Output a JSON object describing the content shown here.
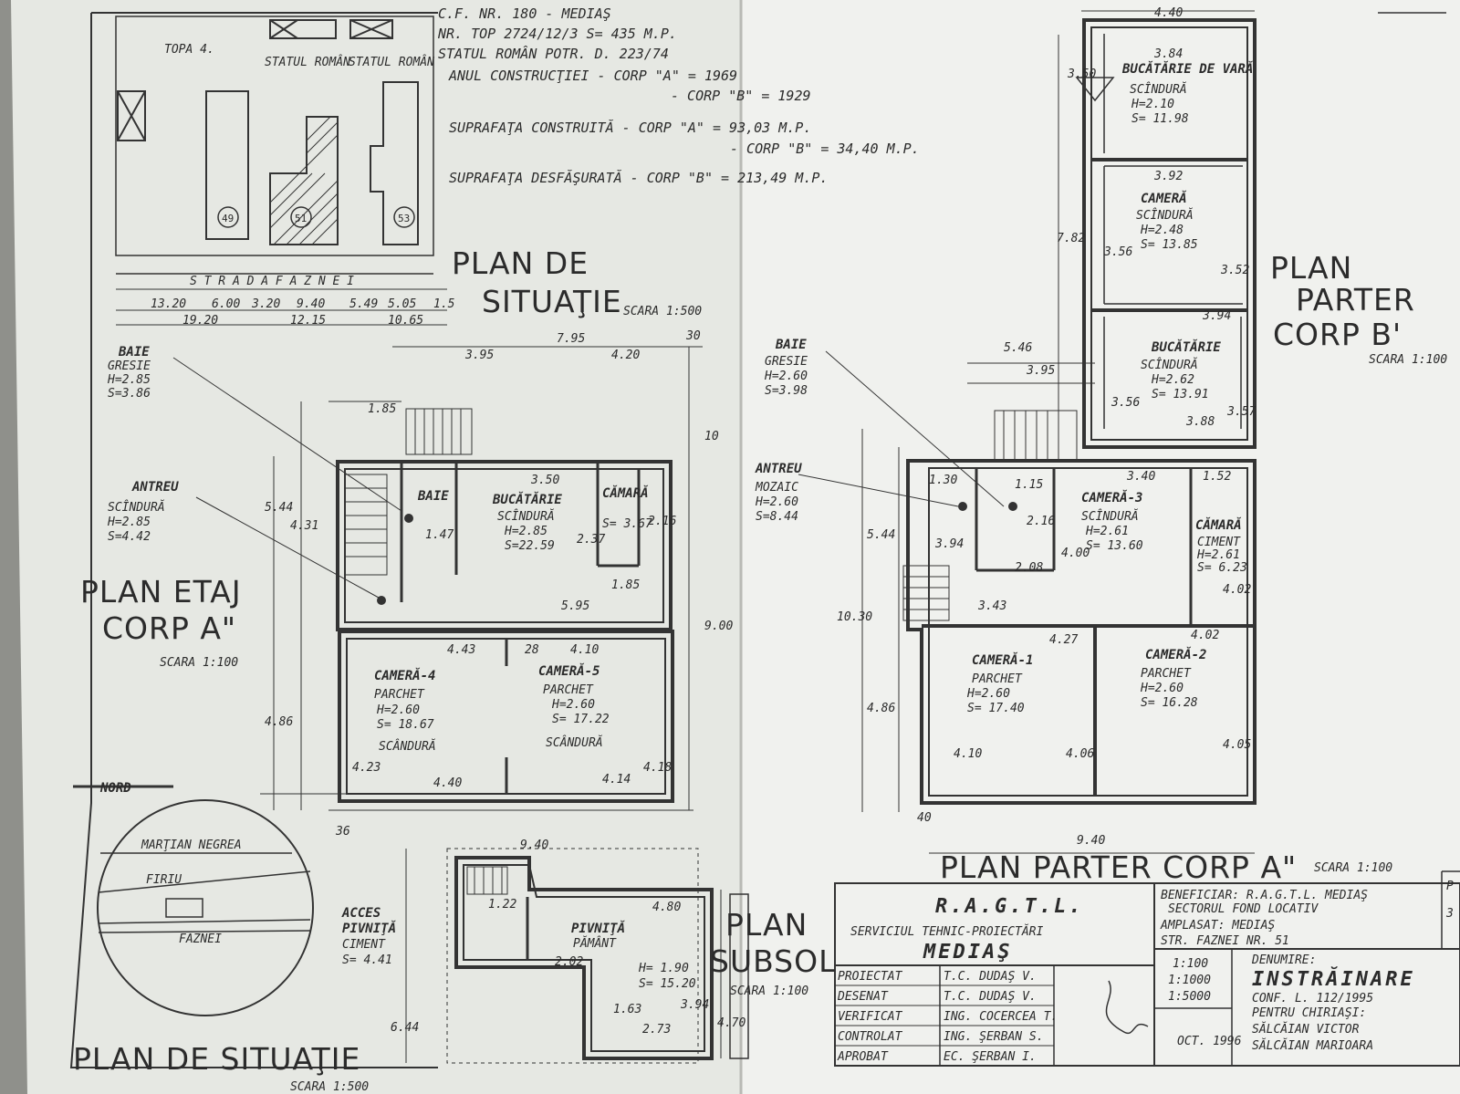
{
  "cadastral": {
    "line1": "C.F. NR. 180 - MEDIAŞ",
    "line2": "NR. TOP 2724/12/3   S= 435 M.P.",
    "line3": "STATUL ROMÂN POTR. D. 223/74",
    "line4": "ANUL CONSTRUCŢIEI - CORP \"A\" = 1969",
    "line5": "- CORP \"B\" = 1929",
    "line6": "SUPRAFAŢA CONSTRUITĂ - CORP \"A\" = 93,03 M.P.",
    "line7": "- CORP \"B\" = 34,40 M.P.",
    "line8": "SUPRAFAŢA DESFĂŞURATĂ - CORP \"B\" = 213,49 M.P."
  },
  "site_plan": {
    "top_label": "TOPA 4.",
    "owner_1": "STATUL ROMÂN",
    "owner_2": "STATUL ROMÂN",
    "street": "S T R A D A     F A Z N E I",
    "lot_1": "49",
    "lot_2": "51",
    "lot_3": "53",
    "title_1": "PLAN DE",
    "title_2": "SITUAŢIE",
    "scale": "SCARA 1:500",
    "dims_top": [
      "13.20",
      "6.00",
      "3.20",
      "9.40",
      "5.49",
      "5.05",
      "1.5"
    ],
    "dims_bottom": [
      "19.20",
      "12.15",
      "10.65"
    ]
  },
  "etaj": {
    "title_1": "PLAN ETAJ",
    "title_2": "CORP A\"",
    "scale": "SCARA 1:100",
    "baie": "BAIE",
    "baie_floor": "GRESIE",
    "baie_h": "H=2.85",
    "baie_s": "S=3.86",
    "antreu": "ANTREU",
    "antreu_floor": "SCÎNDURĂ",
    "antreu_h": "H=2.85",
    "antreu_s": "S=4.42",
    "bucatarie": "BUCĂTĂRIE",
    "bucatarie_floor": "SCÎNDURĂ",
    "bucatarie_h": "H=2.85",
    "bucatarie_s": "S=22.59",
    "camara": "CĂMARĂ",
    "camara_s": "S= 3.67",
    "camera4": "CAMERĂ-4",
    "camera4_floor": "PARCHET",
    "camera4_h": "H=2.60",
    "camera4_s": "S= 18.67",
    "camera4_note": "SCÂNDURĂ",
    "camera5": "CAMERĂ-5",
    "camera5_floor": "PARCHET",
    "camera5_h": "H=2.60",
    "camera5_s": "S= 17.22",
    "camera5_note": "SCÂNDURĂ",
    "dims": [
      "7.95",
      "3.95",
      "4.20",
      "30",
      "1.85",
      "3.50",
      "5.95",
      "4.43",
      "28",
      "4.10",
      "4.40",
      "4.14",
      "9.00",
      "4.86",
      "5.44",
      "4.31",
      "1.47",
      "2.37",
      "2.16",
      "1.85",
      "4.23",
      "4.18",
      "36",
      "10"
    ]
  },
  "nord": "NORD",
  "locator": {
    "label_1": "MARŢIAN NEGREA",
    "label_2": "FIRIU",
    "label_3": "FAZNEI"
  },
  "subsol": {
    "title_1": "PLAN",
    "title_2": "SUBSOL",
    "scale": "SCARA 1:100",
    "acces": "ACCES",
    "acces_2": "PIVNIŢĂ",
    "acces_floor": "CIMENT",
    "acces_s": "S= 4.41",
    "pivnita": "PIVNIŢĂ",
    "pivnita_floor": "PĂMÂNT",
    "pivnita_h": "H= 1.90",
    "pivnita_s": "S= 15.20",
    "dims": [
      "9.40",
      "4.80",
      "1.22",
      "2.02",
      "6.44",
      "1.63",
      "2.73",
      "3.94",
      "4.70"
    ]
  },
  "bottom_title": "PLAN DE SITUAŢIE",
  "bottom_scale": "SCARA 1:500",
  "parter_b": {
    "title_1": "PLAN",
    "title_2": "PARTER",
    "title_3": "CORP B'",
    "scale": "SCARA 1:100",
    "bucatarie_top": "BUCĂTĂRIE DE VARĂ",
    "bucatarie_top_floor": "SCÎNDURĂ",
    "bucatarie_top_h": "H=2.10",
    "bucatarie_top_s": "S= 11.98",
    "camera": "CAMERĂ",
    "camera_floor": "SCÎNDURĂ",
    "camera_h": "H=2.48",
    "camera_s": "S= 13.85",
    "bucatarie": "BUCĂTĂRIE",
    "bucatarie_floor": "SCÎNDURĂ",
    "bucatarie_h": "H=2.62",
    "bucatarie_s": "S= 13.91",
    "dims": [
      "4.40",
      "3.84",
      "3.50",
      "3.92",
      "7.82",
      "3.56",
      "3.52",
      "3.94",
      "3.88",
      "3.57",
      "3.56"
    ]
  },
  "parter_a": {
    "title": "PLAN PARTER CORP A\"",
    "scale": "SCARA 1:100",
    "baie": "BAIE",
    "baie_floor": "GRESIE",
    "baie_h": "H=2.60",
    "baie_s": "S=3.98",
    "antreu": "ANTREU",
    "antreu_floor": "MOZAIC",
    "antreu_h": "H=2.60",
    "antreu_s": "S=8.44",
    "camera3": "CAMERĂ-3",
    "camera3_floor": "SCÎNDURĂ",
    "camera3_h": "H=2.61",
    "camera3_s": "S= 13.60",
    "camara": "CĂMARĂ",
    "camara_floor": "CIMENT",
    "camara_h": "H=2.61",
    "camara_s": "S= 6.23",
    "camera1": "CAMERĂ-1",
    "camera1_floor": "PARCHET",
    "camera1_h": "H=2.60",
    "camera1_s": "S= 17.40",
    "camera2": "CAMERĂ-2",
    "camera2_floor": "PARCHET",
    "camera2_h": "H=2.60",
    "camera2_s": "S= 16.28",
    "dims": [
      "5.46",
      "3.95",
      "3.40",
      "1.52",
      "1.30",
      "1.15",
      "2.16",
      "3.94",
      "4.00",
      "2.08",
      "3.43",
      "4.27",
      "4.02",
      "4.02",
      "4.10",
      "4.06",
      "4.05",
      "9.40",
      "10.30",
      "5.44",
      "4.86",
      "40"
    ]
  },
  "titleblock": {
    "org": "R.A.G.T.L.",
    "dept": "SERVICIUL TEHNIC-PROIECTĂRI",
    "city": "MEDIAŞ",
    "benef": "BENEFICIAR: R.A.G.T.L. MEDIAŞ",
    "sector": "SECTORUL FOND LOCATIV",
    "amplasat": "AMPLASAT: MEDIAŞ",
    "str": "STR. FAZNEI NR. 51",
    "roles": [
      "PROIECTAT",
      "DESENAT",
      "VERIFICAT",
      "CONTROLAT",
      "APROBAT"
    ],
    "names": [
      "T.C. DUDAŞ V.",
      "T.C. DUDAŞ V.",
      "ING. COCERCEA T.",
      "ING. ŞERBAN S.",
      "EC. ŞERBAN I."
    ],
    "scales": [
      "1:100",
      "1:1000",
      "1:5000"
    ],
    "date": "OCT. 1996",
    "denumire": "DENUMIRE:",
    "instrainare": "INSTRĂINARE",
    "conf": "CONF. L. 112/1995",
    "pentru": "PENTRU CHIRIAŞI:",
    "chirias1": "SĂLCĂIAN VICTOR",
    "chirias2": "SĂLCĂIAN MARIOARA",
    "corner": "P",
    "corner2": "3"
  },
  "colors": {
    "paper": "#eceee9",
    "ink": "#2b2b2b",
    "table": "#d9dad5"
  }
}
